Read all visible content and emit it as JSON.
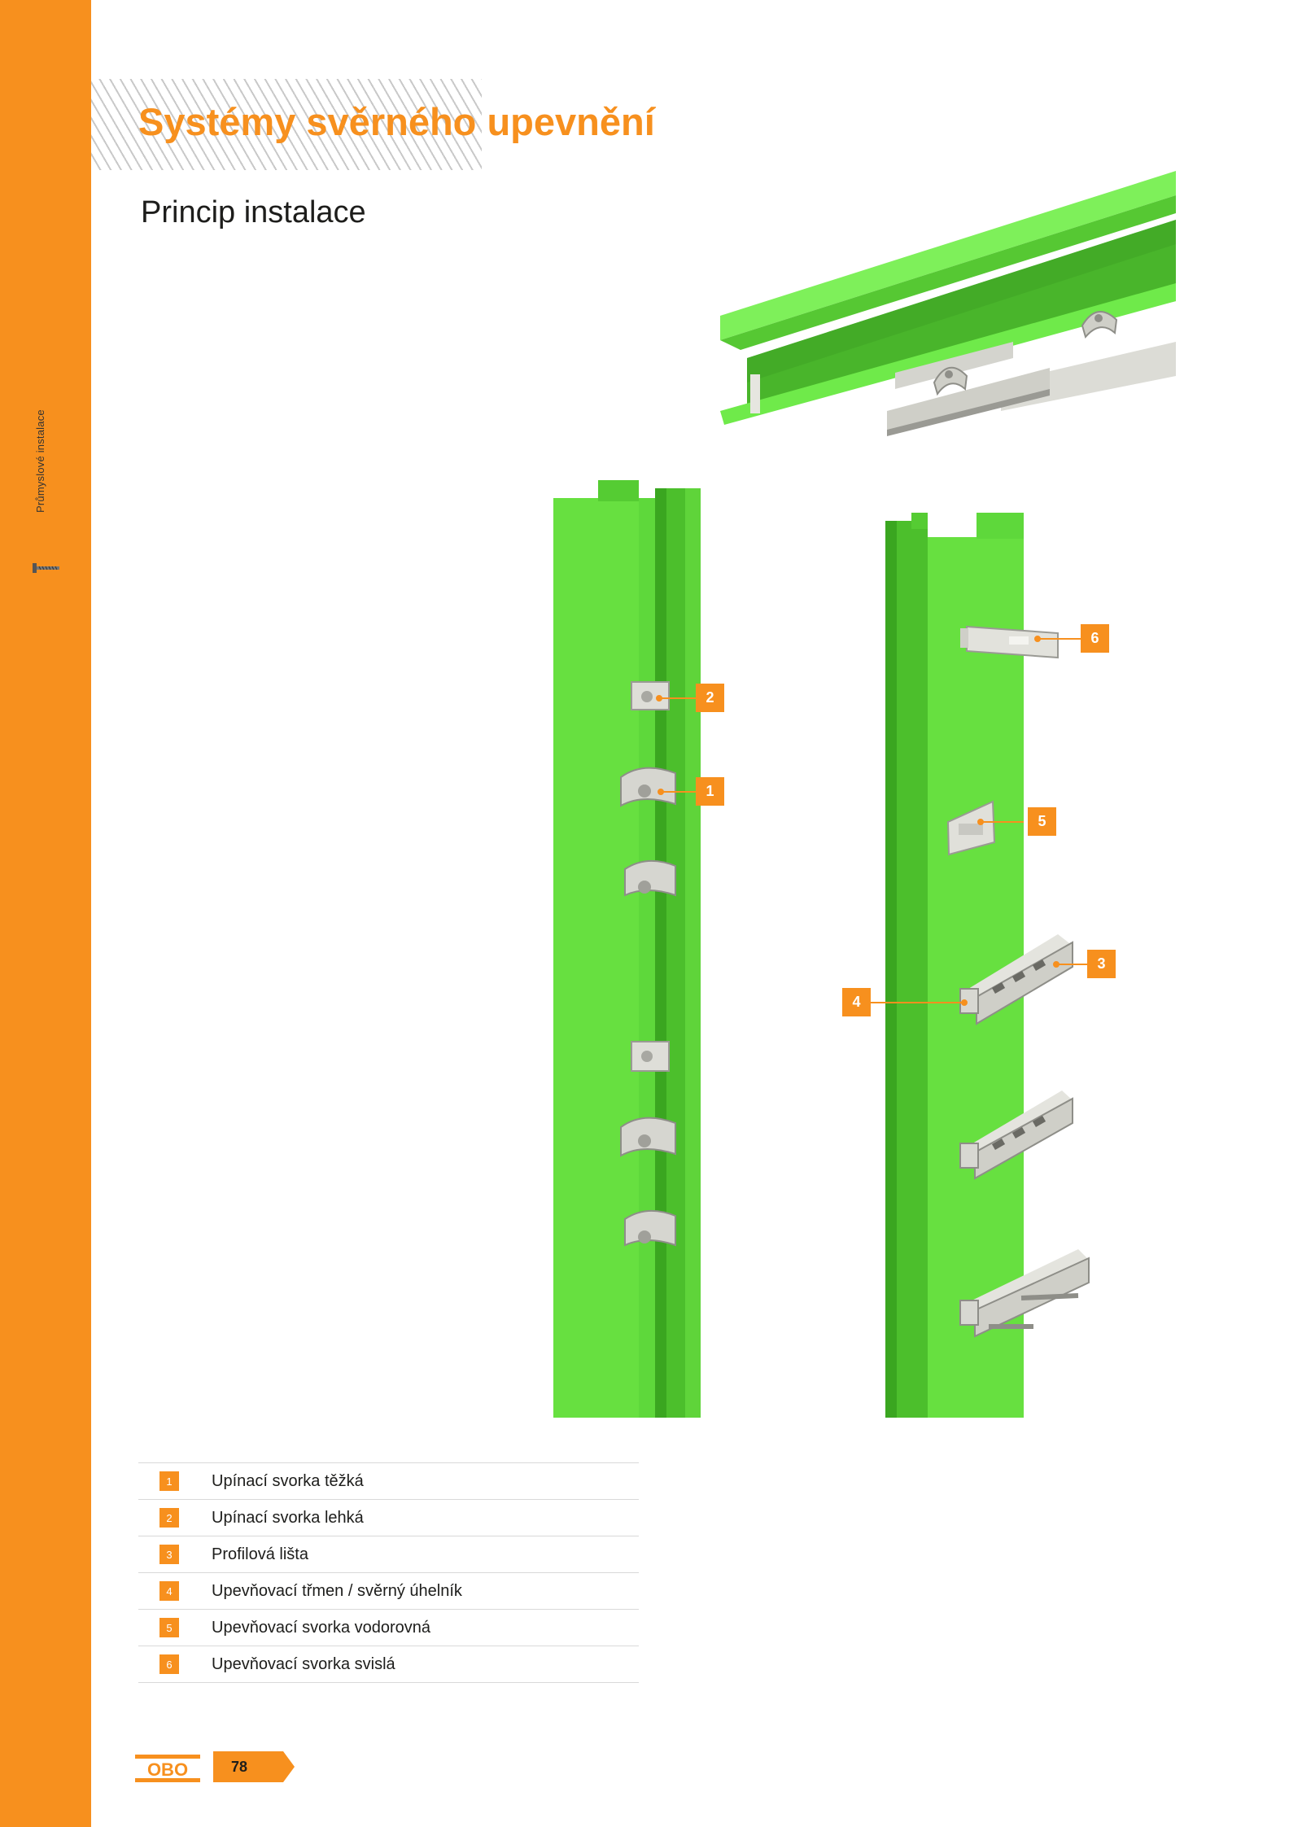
{
  "header": {
    "title": "Systémy svěrného upevnění",
    "subtitle": "Princip instalace"
  },
  "sidebar": {
    "label": "Průmyslové instalace",
    "icon": "screw-icon"
  },
  "callouts": [
    "1",
    "2",
    "3",
    "4",
    "5",
    "6"
  ],
  "legend": [
    {
      "number": "1",
      "text": "Upínací svorka těžká"
    },
    {
      "number": "2",
      "text": "Upínací svorka lehká"
    },
    {
      "number": "3",
      "text": "Profilová lišta"
    },
    {
      "number": "4",
      "text": "Upevňovací třmen / svěrný úhelník"
    },
    {
      "number": "5",
      "text": "Upevňovací svorka vodorovná"
    },
    {
      "number": "6",
      "text": "Upevňovací svorka svislá"
    }
  ],
  "footer": {
    "logo": "OBO",
    "page_number": "78"
  },
  "colors": {
    "accent": "#f7901e",
    "steel_green": "#5ee23a",
    "metal": "#d8d8d2"
  }
}
